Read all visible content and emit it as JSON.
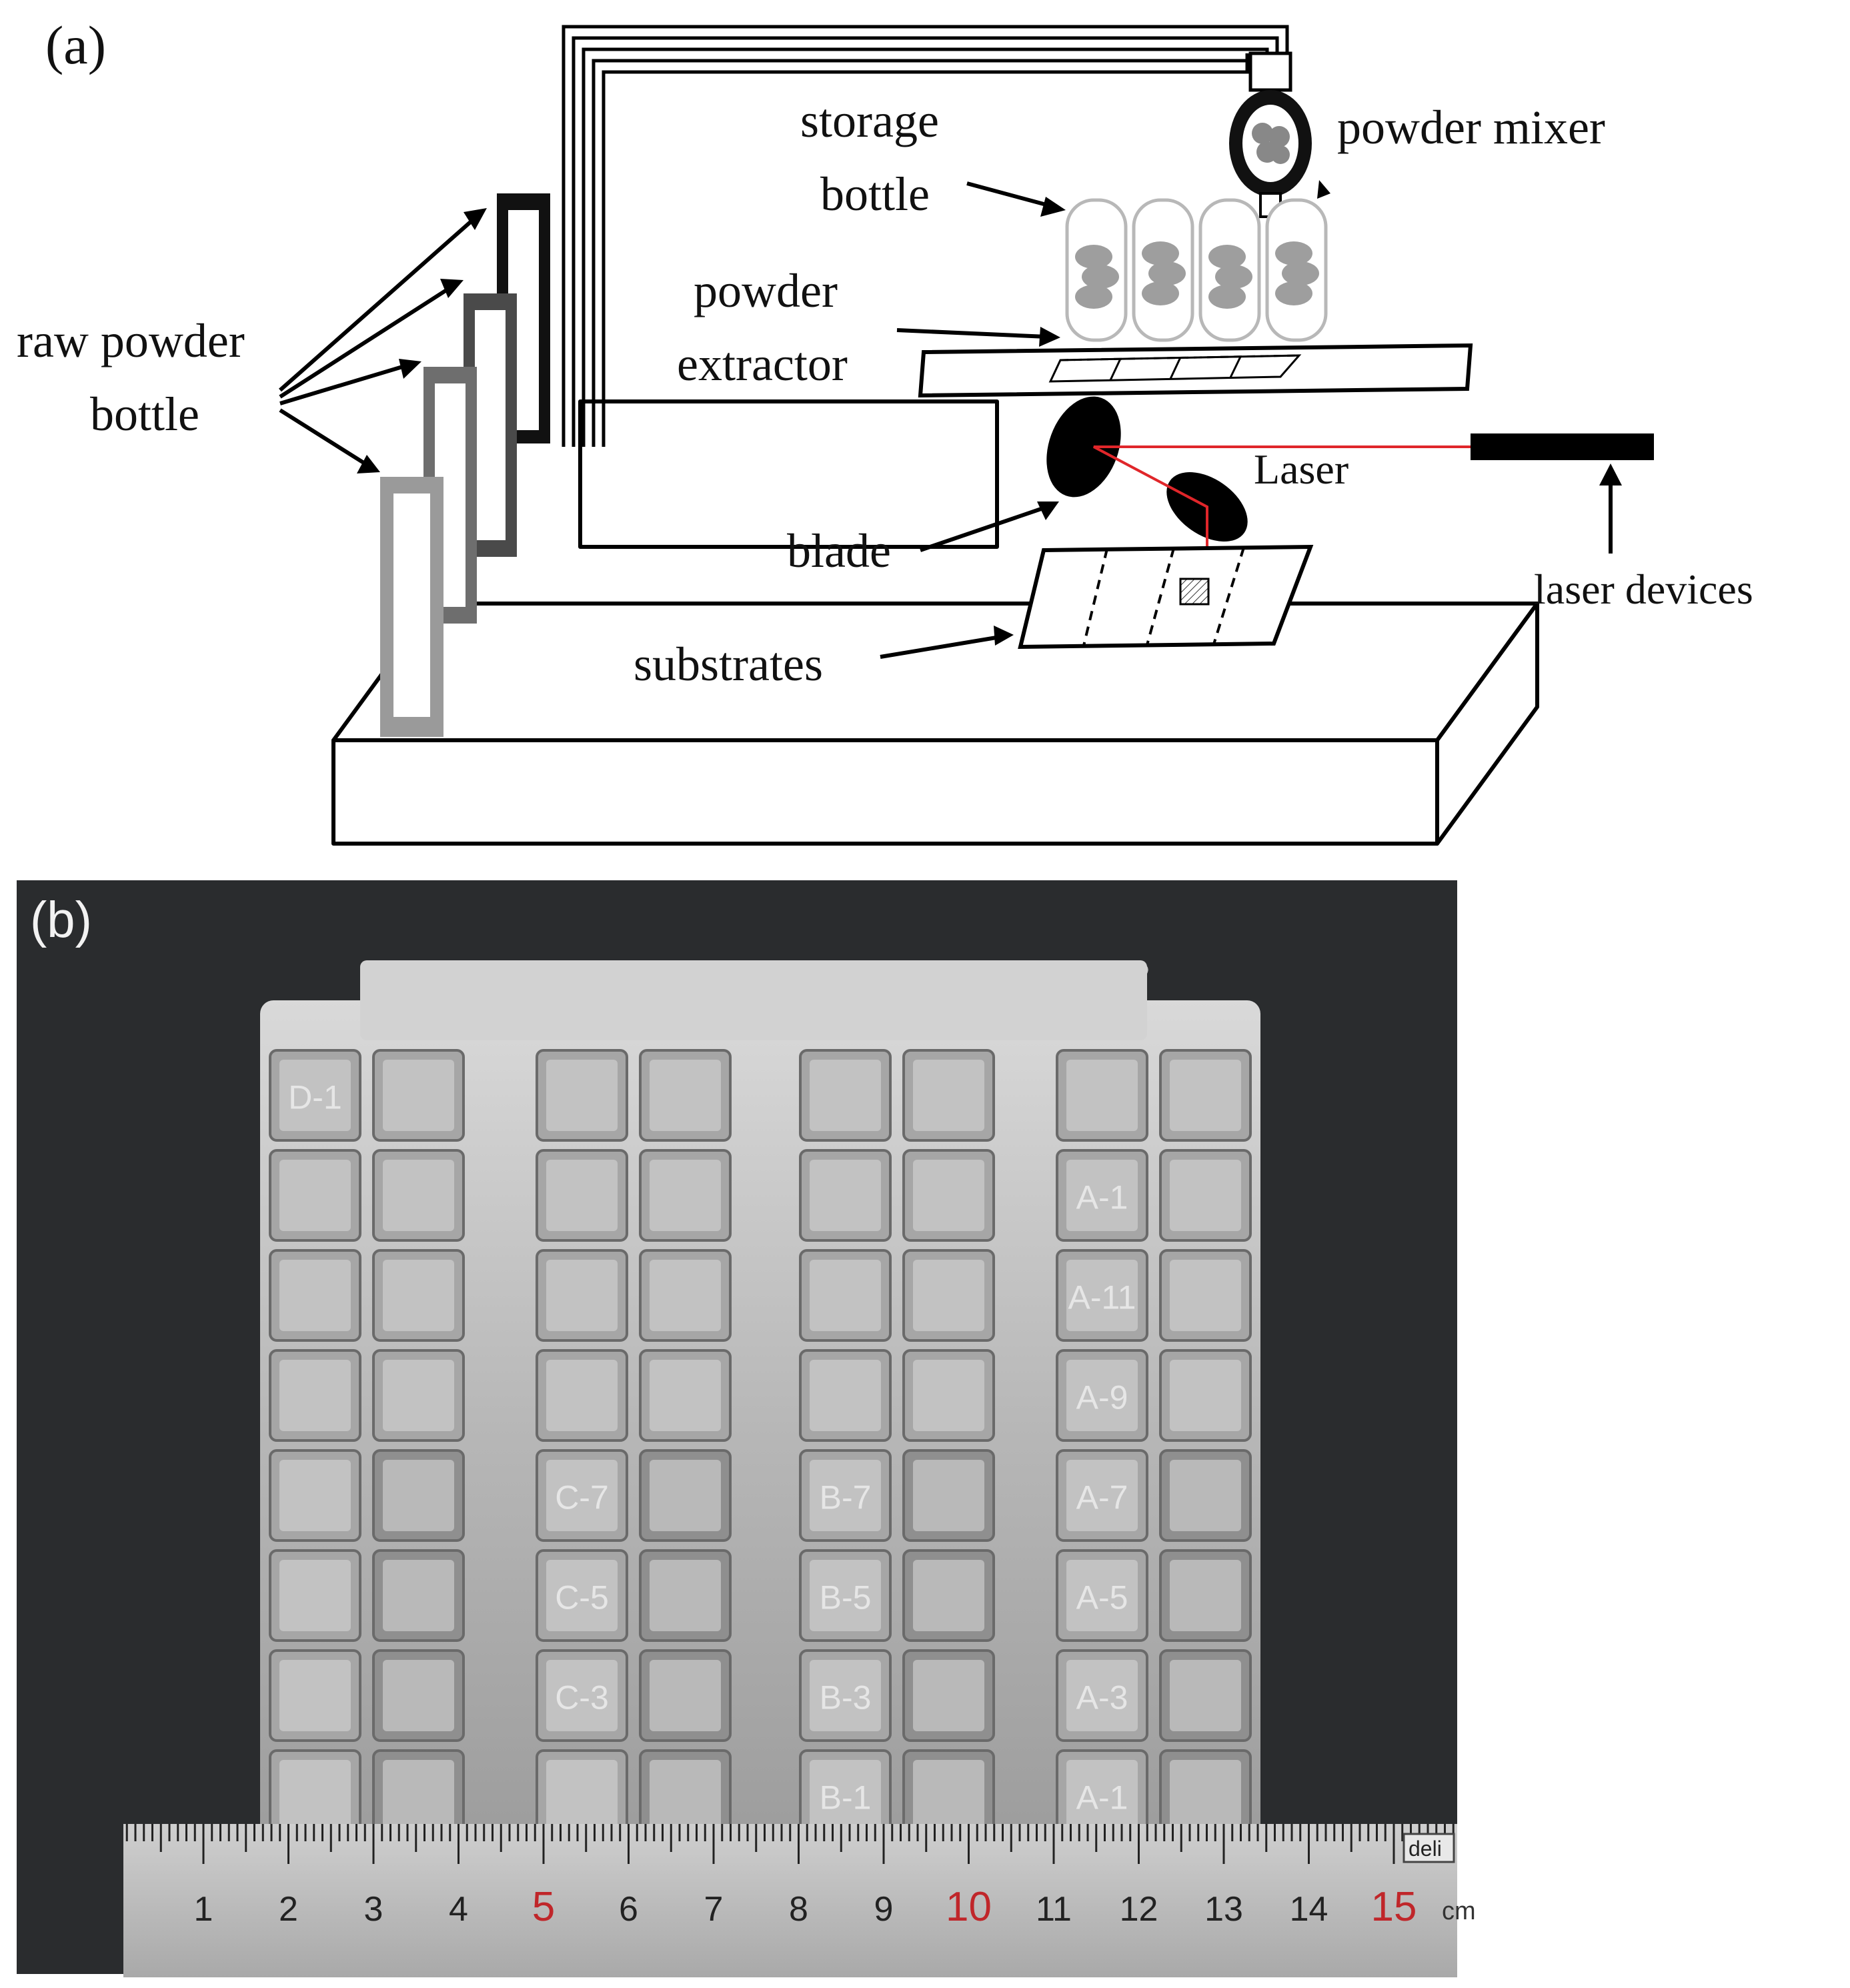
{
  "panel_a": {
    "panel_label": "(a)",
    "labels": {
      "storage_bottle_1": "storage",
      "storage_bottle_2": "bottle",
      "powder_mixer": "powder mixer",
      "powder_extractor_1": "powder",
      "powder_extractor_2": "extractor",
      "raw_powder_bottle_1": "raw powder",
      "raw_powder_bottle_2": "bottle",
      "laser": "Laser",
      "laser_devices": "laser devices",
      "blade": "blade",
      "substrates": "substrates"
    },
    "colors": {
      "laser_beam": "#e0262a",
      "bottle_1": "#111111",
      "bottle_2": "#4a4a4a",
      "bottle_3": "#6e6e6e",
      "bottle_4": "#9a9a9a",
      "storage_powder": "#9e9e9e"
    }
  },
  "panel_b": {
    "panel_label": "(b)",
    "sample_groups": [
      {
        "group": "D",
        "visible_labels": [
          "D-1"
        ]
      },
      {
        "group": "C",
        "visible_labels": [
          "C-7",
          "C-5",
          "C-3"
        ]
      },
      {
        "group": "B",
        "visible_labels": [
          "B-7",
          "B-5",
          "B-3",
          "B-1"
        ]
      },
      {
        "group": "A",
        "visible_labels": [
          "A-1",
          "A-11",
          "A-9",
          "A-7",
          "A-5",
          "A-3",
          "A-1"
        ]
      }
    ],
    "ruler": {
      "numbers": [
        "1",
        "2",
        "3",
        "4",
        "5",
        "6",
        "7",
        "8",
        "9",
        "10",
        "11",
        "12",
        "13",
        "14",
        "15"
      ],
      "red_numbers": [
        "5",
        "10",
        "15"
      ],
      "unit": "cm",
      "brand": "deli"
    }
  }
}
